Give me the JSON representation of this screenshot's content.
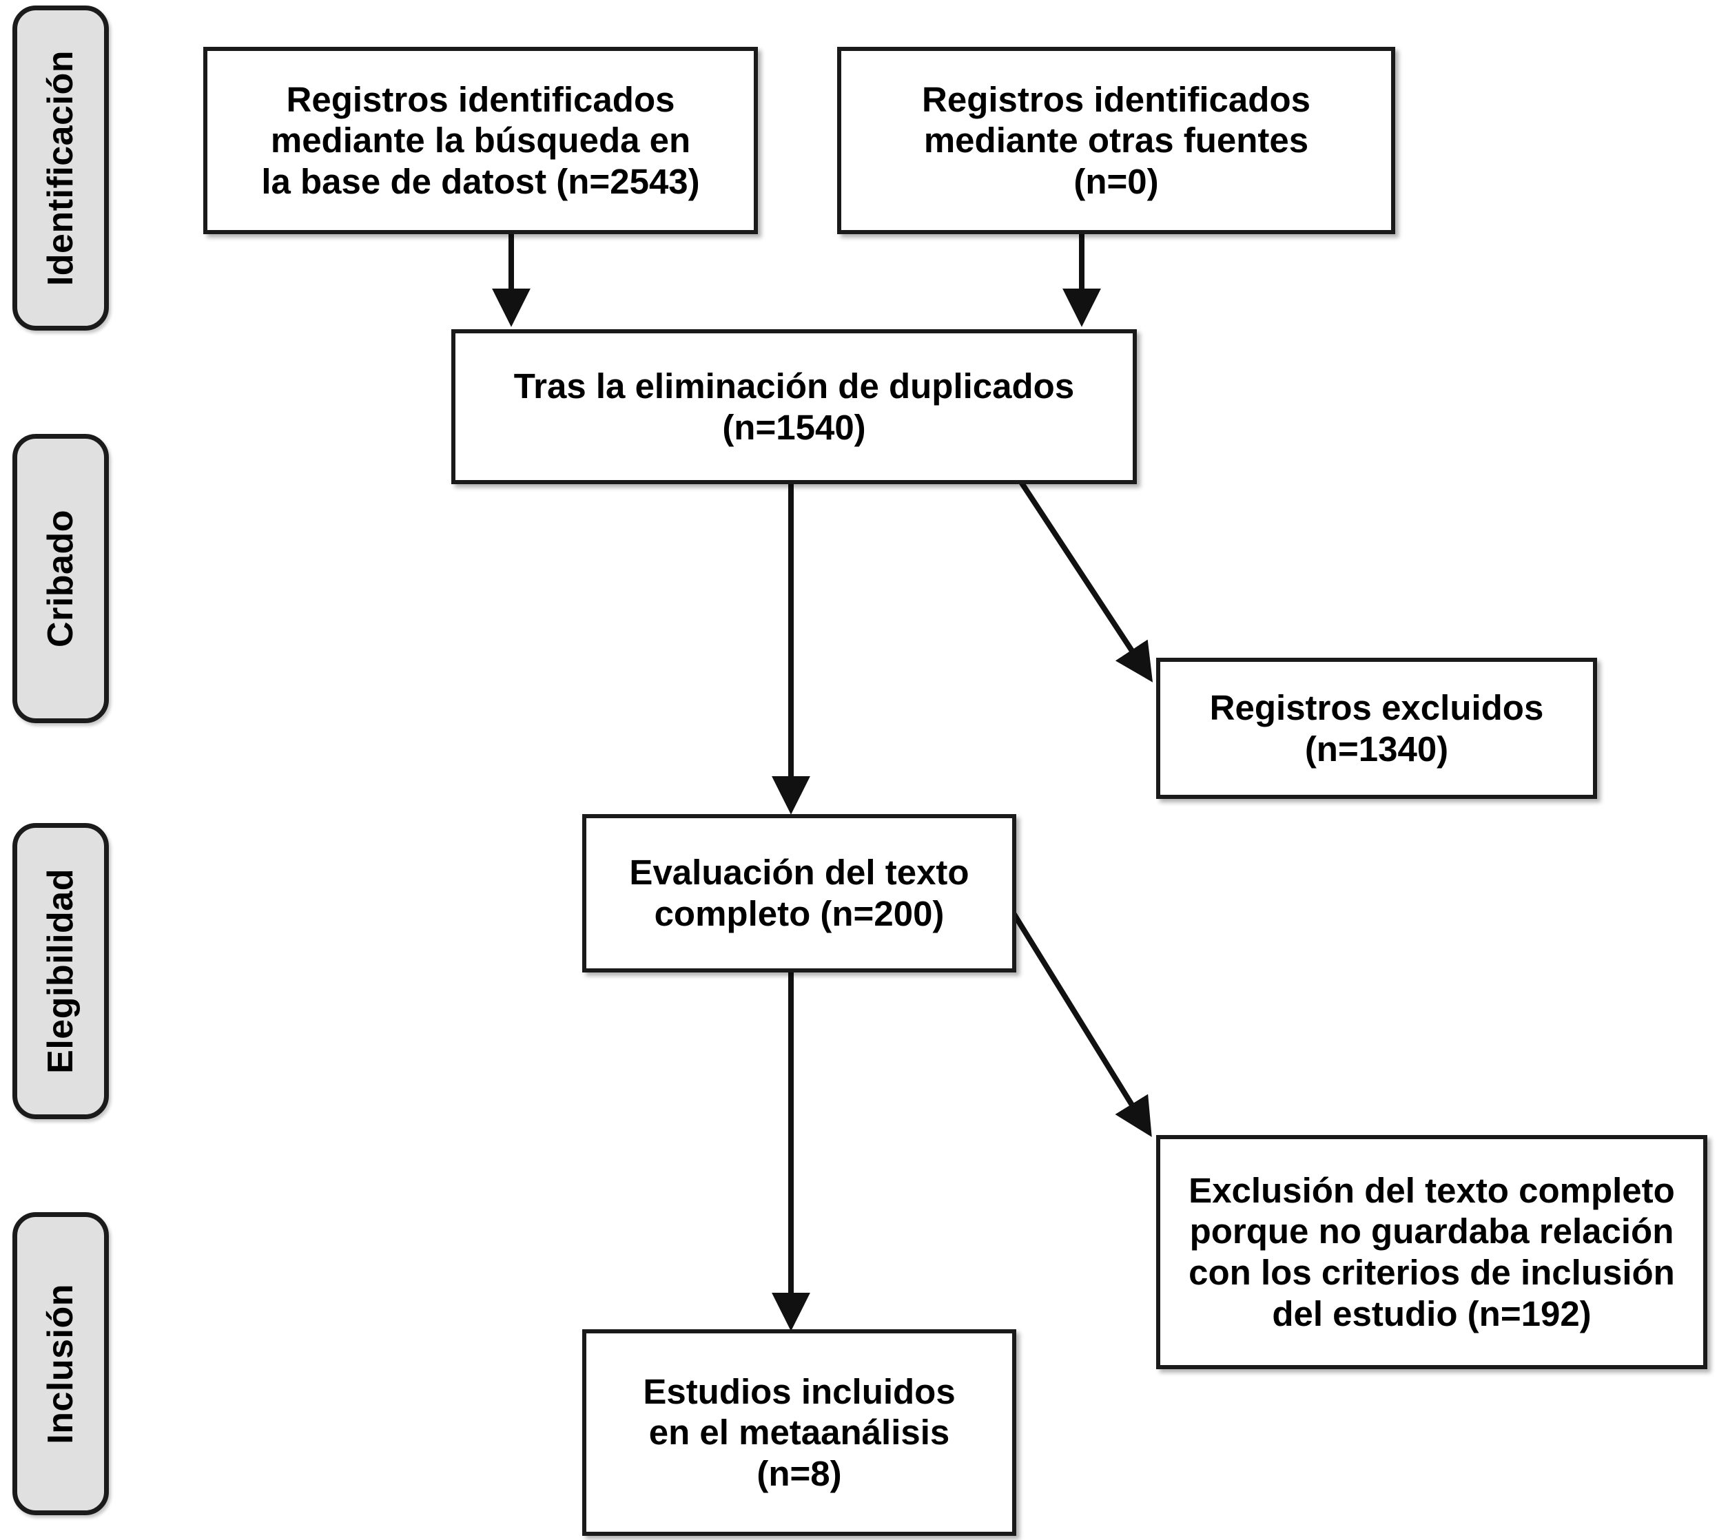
{
  "diagram": {
    "title": "PRISMA flow diagram",
    "language": "es",
    "accent_color": "#000000",
    "pill_fill": "#e0e0e0",
    "box_fill": "#ffffff",
    "border_color": "#1a1a1a"
  },
  "stages": [
    {
      "id": "identificacion",
      "label": "Identificación"
    },
    {
      "id": "cribado",
      "label": "Cribado"
    },
    {
      "id": "elegibilidad",
      "label": "Elegibilidad"
    },
    {
      "id": "inclusion",
      "label": "Inclusión"
    }
  ],
  "boxes": [
    {
      "id": "records-database",
      "text": "Registros identificados\nmediante la búsqueda en\nla base de datost (n=2543)",
      "count": 2543
    },
    {
      "id": "records-other-sources",
      "text": "Registros identificados\nmediante otras fuentes\n(n=0)",
      "count": 0
    },
    {
      "id": "after-duplicates",
      "text": "Tras la eliminación de duplicados\n(n=1540)",
      "count": 1540
    },
    {
      "id": "records-excluded",
      "text": "Registros excluidos\n(n=1340)",
      "count": 1340
    },
    {
      "id": "fulltext-assessed",
      "text": "Evaluación del texto\ncompleto (n=200)",
      "count": 200
    },
    {
      "id": "fulltext-excluded",
      "text": "Exclusión del texto completo\nporque no guardaba relación\ncon los criterios de inclusión\ndel estudio (n=192)",
      "count": 192
    },
    {
      "id": "studies-included",
      "text": "Estudios incluidos\nen el metaanálisis\n(n=8)",
      "count": 8
    }
  ],
  "connectors": [
    {
      "id": "db-to-dedup",
      "from": "records-database",
      "to": "after-duplicates",
      "kind": "vertical-arrow"
    },
    {
      "id": "other-to-dedup",
      "from": "records-other-sources",
      "to": "after-duplicates",
      "kind": "vertical-arrow"
    },
    {
      "id": "dedup-to-excluded",
      "from": "after-duplicates",
      "to": "records-excluded",
      "kind": "diagonal-arrow"
    },
    {
      "id": "dedup-to-fulltext",
      "from": "after-duplicates",
      "to": "fulltext-assessed",
      "kind": "vertical-arrow"
    },
    {
      "id": "fulltext-to-excluded",
      "from": "fulltext-assessed",
      "to": "fulltext-excluded",
      "kind": "diagonal-arrow"
    },
    {
      "id": "fulltext-to-included",
      "from": "fulltext-assessed",
      "to": "studies-included",
      "kind": "vertical-arrow"
    }
  ]
}
